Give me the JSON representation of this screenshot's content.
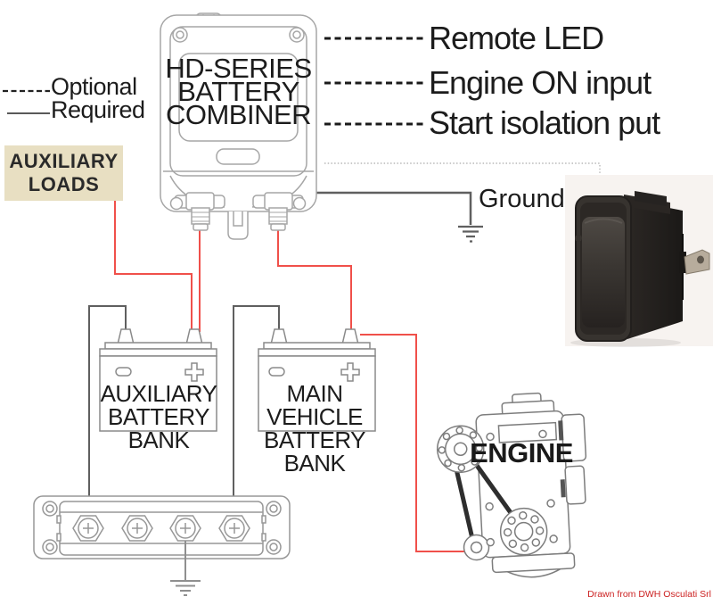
{
  "legend": {
    "optional_label": "Optional",
    "required_label": "Required"
  },
  "aux_loads": {
    "line1": "AUXILIARY",
    "line2": "LOADS"
  },
  "combiner": {
    "line1": "HD-SERIES",
    "line2": "BATTERY",
    "line3": "COMBINER"
  },
  "terminals": {
    "remote_led": "Remote LED",
    "engine_on_input": "Engine ON input",
    "start_isolation": "Start isolation put",
    "ground": "Ground"
  },
  "batteries": {
    "aux": {
      "line1": "AUXILIARY",
      "line2": "BATTERY",
      "line3": "BANK"
    },
    "main": {
      "line1": "MAIN VEHICLE",
      "line2": "BATTERY",
      "line3": "BANK"
    }
  },
  "engine": {
    "label": "ENGINE"
  },
  "credit": "Drawn from DWH Osculati Srl",
  "colors": {
    "wire_required_red": "#f0504a",
    "wire_ground_gray": "#5f5f5f",
    "optional_dotted_gray": "#b8b8b8",
    "aux_loads_bg": "#e8dfc2",
    "credit_red": "#cc2222",
    "outline_gray": "#8a8a8a"
  }
}
